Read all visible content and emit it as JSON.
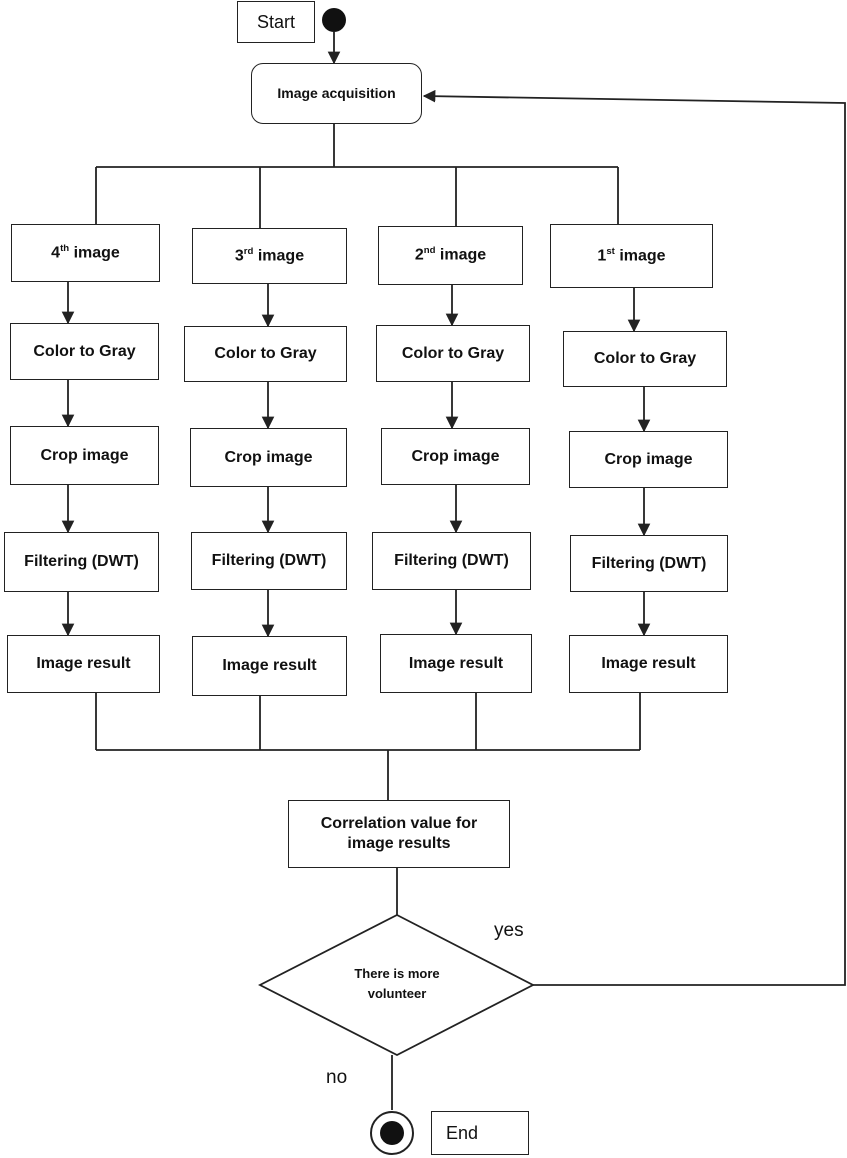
{
  "start": {
    "label": "Start"
  },
  "end": {
    "label": "End"
  },
  "acquisition": {
    "label": "Image acquisition"
  },
  "columns": [
    {
      "num": "4",
      "sup": "th",
      "suffix": "image",
      "gray": "Color to Gray",
      "crop": "Crop image",
      "filter": "Filtering (DWT)",
      "result": "Image result"
    },
    {
      "num": "3",
      "sup": "rd",
      "suffix": "image",
      "gray": "Color to Gray",
      "crop": "Crop image",
      "filter": "Filtering (DWT)",
      "result": "Image result"
    },
    {
      "num": "2",
      "sup": "nd",
      "suffix": "image",
      "gray": "Color to Gray",
      "crop": "Crop image",
      "filter": "Filtering (DWT)",
      "result": "Image result"
    },
    {
      "num": "1",
      "sup": "st",
      "suffix": "image",
      "gray": "Color to Gray",
      "crop": "Crop image",
      "filter": "Filtering (DWT)",
      "result": "Image result"
    }
  ],
  "correlation": {
    "line1": "Correlation value for",
    "line2": "image results"
  },
  "decision": {
    "line1": "There is more",
    "line2": "volunteer",
    "yes": "yes",
    "no": "no"
  }
}
